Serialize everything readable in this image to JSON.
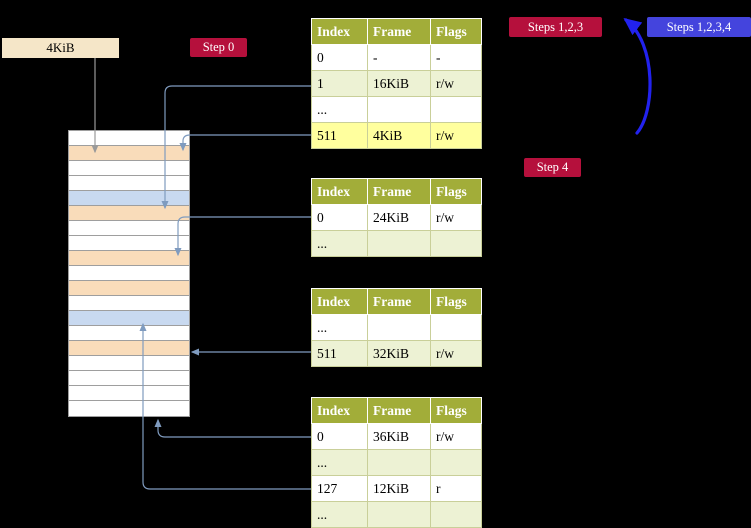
{
  "diagram": {
    "labels": {
      "frame_size": "4KiB",
      "step0": "Step 0",
      "steps123": "Steps 1,2,3",
      "steps1234": "Steps 1,2,3,4",
      "step4": "Step 4"
    },
    "colors": {
      "background": "#000000",
      "badge_red": "#b5103c",
      "badge_blue": "#4444dd",
      "table_header_bg": "#a2ad39",
      "table_row_green": "#edf2d4",
      "table_row_highlight": "#ffff9e",
      "memory_white": "#ffffff",
      "memory_peach": "#f9dcba",
      "memory_blue": "#c8d9f0",
      "arrow_thin": "#7f9bbf",
      "arrow_gray": "#9a9a9a",
      "arrow_blue": "#2222ee",
      "frame_label_bg": "#f5e6c8"
    },
    "tables": [
      {
        "name": "page-table-level2",
        "headers": [
          "Index",
          "Frame",
          "Flags"
        ],
        "rows": [
          {
            "cells": [
              "0",
              "-",
              "-"
            ],
            "bg": "white"
          },
          {
            "cells": [
              "1",
              "16KiB",
              "r/w"
            ],
            "bg": "green"
          },
          {
            "cells": [
              "...",
              "",
              ""
            ],
            "bg": "white"
          },
          {
            "cells": [
              "511",
              "4KiB",
              "r/w"
            ],
            "bg": "highlight"
          }
        ]
      },
      {
        "name": "page-table-a",
        "headers": [
          "Index",
          "Frame",
          "Flags"
        ],
        "rows": [
          {
            "cells": [
              "0",
              "24KiB",
              "r/w"
            ],
            "bg": "white"
          },
          {
            "cells": [
              "...",
              "",
              ""
            ],
            "bg": "green"
          }
        ]
      },
      {
        "name": "page-table-b",
        "headers": [
          "Index",
          "Frame",
          "Flags"
        ],
        "rows": [
          {
            "cells": [
              "...",
              "",
              ""
            ],
            "bg": "white"
          },
          {
            "cells": [
              "511",
              "32KiB",
              "r/w"
            ],
            "bg": "green"
          }
        ]
      },
      {
        "name": "page-table-c",
        "headers": [
          "Index",
          "Frame",
          "Flags"
        ],
        "rows": [
          {
            "cells": [
              "0",
              "36KiB",
              "r/w"
            ],
            "bg": "white"
          },
          {
            "cells": [
              "...",
              "",
              ""
            ],
            "bg": "green"
          },
          {
            "cells": [
              "127",
              "12KiB",
              "r"
            ],
            "bg": "white"
          },
          {
            "cells": [
              "...",
              "",
              ""
            ],
            "bg": "green"
          }
        ]
      }
    ],
    "memory_column": {
      "rows": [
        "white",
        "peach",
        "white",
        "white",
        "blue",
        "peach",
        "white",
        "white",
        "peach",
        "white",
        "peach",
        "white",
        "blue",
        "white",
        "peach",
        "white",
        "white",
        "white",
        "white"
      ]
    }
  }
}
